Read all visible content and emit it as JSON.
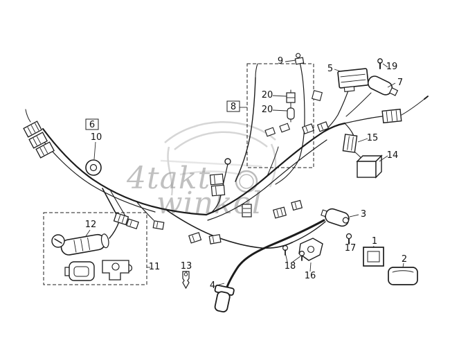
{
  "canvas": {
    "background": "#ffffff",
    "line_color": "#1c1c1c",
    "watermark_color": "#8e8e8e",
    "sketch_color": "#d6d6d6",
    "grommet_fill": "#c8c8c8"
  },
  "watermark": {
    "word1": "4takt",
    "word2": "winkel"
  },
  "labels": [
    {
      "num": "9"
    },
    {
      "num": "5"
    },
    {
      "num": "19"
    },
    {
      "num": "7"
    },
    {
      "num": "20"
    },
    {
      "num": "20"
    },
    {
      "num": "10"
    },
    {
      "num": "15"
    },
    {
      "num": "14"
    },
    {
      "num": "3"
    },
    {
      "num": "17"
    },
    {
      "num": "1"
    },
    {
      "num": "2"
    },
    {
      "num": "16"
    },
    {
      "num": "18"
    },
    {
      "num": "4"
    },
    {
      "num": "13"
    },
    {
      "num": "11"
    },
    {
      "num": "12"
    }
  ],
  "boxed_labels": [
    {
      "num": "8"
    },
    {
      "num": "6"
    }
  ]
}
